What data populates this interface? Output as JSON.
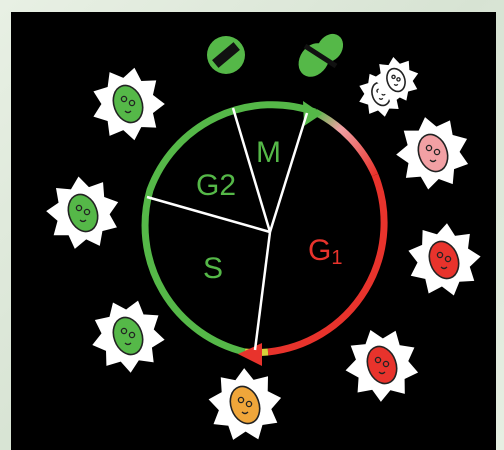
{
  "diagram": {
    "phases": {
      "m": "M",
      "g2": "G2",
      "s": "S",
      "g1_letter": "G",
      "g1_sub": "1"
    },
    "colors": {
      "green": "#55b848",
      "red": "#e8332c",
      "pink": "#f2a0a4",
      "orange": "#f0a63a",
      "yellow": "#d8d23a",
      "white": "#ffffff",
      "background": "#000000"
    }
  }
}
